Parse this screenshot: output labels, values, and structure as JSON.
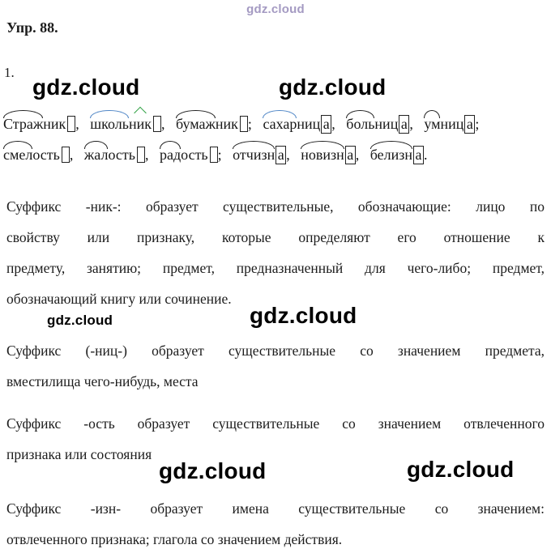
{
  "watermark": {
    "brand": "gdz.cloud"
  },
  "header": {
    "exercise_label": "Упр. 88.",
    "item_number": "1."
  },
  "morphology": {
    "colors": {
      "arc_black": "#1f1f1f",
      "arc_blue": "#4f86c6",
      "caret_green": "#2fa042"
    },
    "lines": [
      {
        "words": [
          {
            "segments": [
              {
                "t": "Страж",
                "m": "arc"
              },
              {
                "t": "ник"
              }
            ],
            "zero_box": true,
            "punct": ","
          },
          {
            "segments": [
              {
                "t": "школь",
                "m": "arc-blue"
              },
              {
                "t": "ник",
                "m": "caret-green"
              }
            ],
            "zero_box": true,
            "punct": ","
          },
          {
            "segments": [
              {
                "t": "бумаж",
                "m": "arc"
              },
              {
                "t": "ник"
              }
            ],
            "zero_box": true,
            "punct": ";"
          },
          {
            "segments": [
              {
                "t": "сахар",
                "m": "arc-blue"
              },
              {
                "t": "ниц"
              },
              {
                "t": "а",
                "m": "box"
              }
            ],
            "zero_box": false,
            "punct": ","
          },
          {
            "segments": [
              {
                "t": "боль",
                "m": "arc"
              },
              {
                "t": "ниц"
              },
              {
                "t": "а",
                "m": "box"
              }
            ],
            "zero_box": false,
            "punct": ","
          },
          {
            "segments": [
              {
                "t": "ум",
                "m": "arc"
              },
              {
                "t": "ниц"
              },
              {
                "t": "а",
                "m": "box"
              }
            ],
            "zero_box": false,
            "punct": ";"
          }
        ]
      },
      {
        "words": [
          {
            "segments": [
              {
                "t": "смел",
                "m": "arc"
              },
              {
                "t": "ость"
              }
            ],
            "zero_box": true,
            "punct": ","
          },
          {
            "segments": [
              {
                "t": "жал",
                "m": "arc"
              },
              {
                "t": "ость"
              }
            ],
            "zero_box": true,
            "punct": ","
          },
          {
            "segments": [
              {
                "t": "рад",
                "m": "arc"
              },
              {
                "t": "ость"
              }
            ],
            "zero_box": true,
            "punct": ";"
          },
          {
            "segments": [
              {
                "t": "отчизн",
                "m": "arc"
              },
              {
                "t": "а",
                "m": "box"
              }
            ],
            "zero_box": false,
            "punct": ","
          },
          {
            "segments": [
              {
                "t": "новизн",
                "m": "arc"
              },
              {
                "t": "а",
                "m": "box"
              }
            ],
            "zero_box": false,
            "punct": ","
          },
          {
            "segments": [
              {
                "t": "белизн",
                "m": "arc"
              },
              {
                "t": "а",
                "m": "box"
              }
            ],
            "zero_box": false,
            "punct": "."
          }
        ]
      }
    ]
  },
  "paragraphs": [
    {
      "lines": [
        "Суффикс -ник-: образует существительные, обозначающие: лицо по",
        "свойству или признаку, которые определяют его отношение к",
        "предмету, занятию; предмет, предназначенный для чего-либо; предмет,",
        "обозначающий книгу или сочинение."
      ]
    },
    {
      "lines": [
        "Суффикс (-ниц-) образует существительные со значением предмета,",
        "вместилища чего-нибудь, места"
      ]
    },
    {
      "lines": [
        "Суффикс -ость образует существительные со значением отвлеченного",
        "признака или состояния"
      ]
    },
    {
      "lines": [
        "Суффикс -изн- образует имена существительные со значением:",
        "отвлеченного признака; глагола со значением действия."
      ]
    }
  ]
}
